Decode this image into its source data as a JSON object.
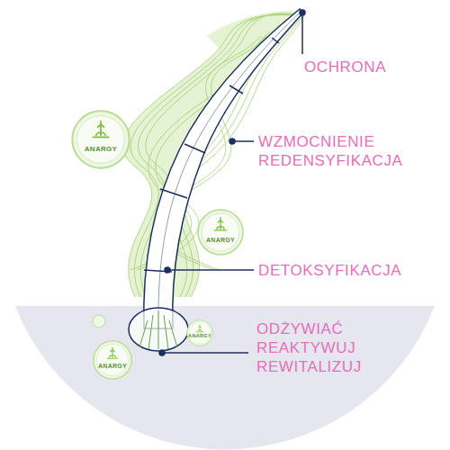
{
  "diagram": {
    "nodes": [
      {
        "text": [
          "ANARGY"
        ]
      },
      {
        "text": [
          "ANARGY"
        ]
      },
      {
        "text": [
          "ANARGY"
        ]
      },
      {
        "text": [
          "ANARGY"
        ]
      }
    ],
    "labels": [
      "OCHRONA",
      "WZMOCNIENIE REDENSYFIKACJA",
      "DETOKSYFIKACJA",
      "ODŻYWIAĆ REAKTYWUJ REWITALIZUJ"
    ]
  }
}
